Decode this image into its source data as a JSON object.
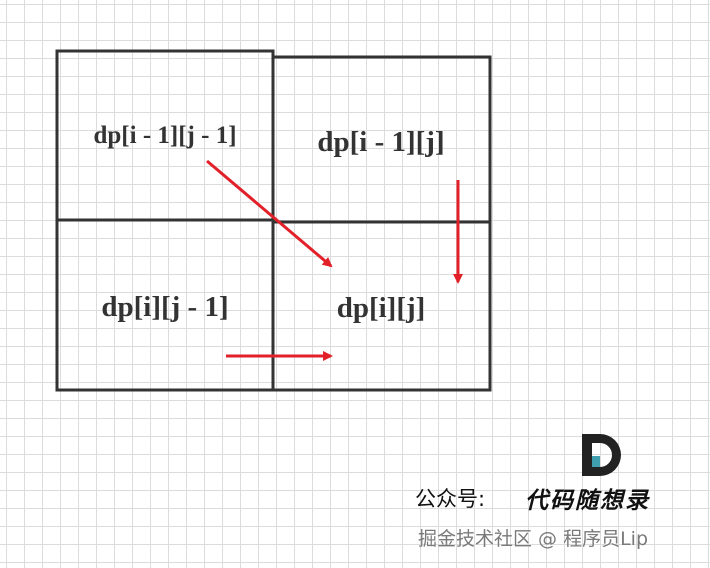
{
  "cells": {
    "top_left": "dp[i - 1][j - 1]",
    "top_right": "dp[i - 1][j]",
    "bottom_left": "dp[i][j - 1]",
    "bottom_right": "dp[i][j]"
  },
  "watermark": {
    "label": "公众号:",
    "brand": "代码随想录",
    "footer": "掘金技术社区 @ 程序员Lip"
  },
  "colors": {
    "arrow": "#e2202a",
    "grid_line": "#333333",
    "logo_dark": "#222222",
    "logo_teal": "#3f9fae"
  }
}
